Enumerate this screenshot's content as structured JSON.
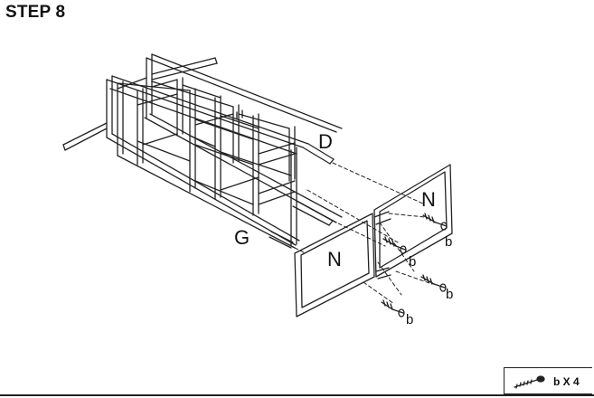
{
  "step": {
    "title": "STEP 8"
  },
  "labels": {
    "d": "D",
    "g": "G",
    "n_back": "N",
    "n_front": "N",
    "screw_1": "b",
    "screw_2": "b",
    "screw_3": "b",
    "screw_4": "b"
  },
  "hardware": {
    "icon": "screw-icon",
    "quantity_label": "b X 4"
  },
  "colors": {
    "line": "#222222",
    "background": "#ffffff"
  }
}
